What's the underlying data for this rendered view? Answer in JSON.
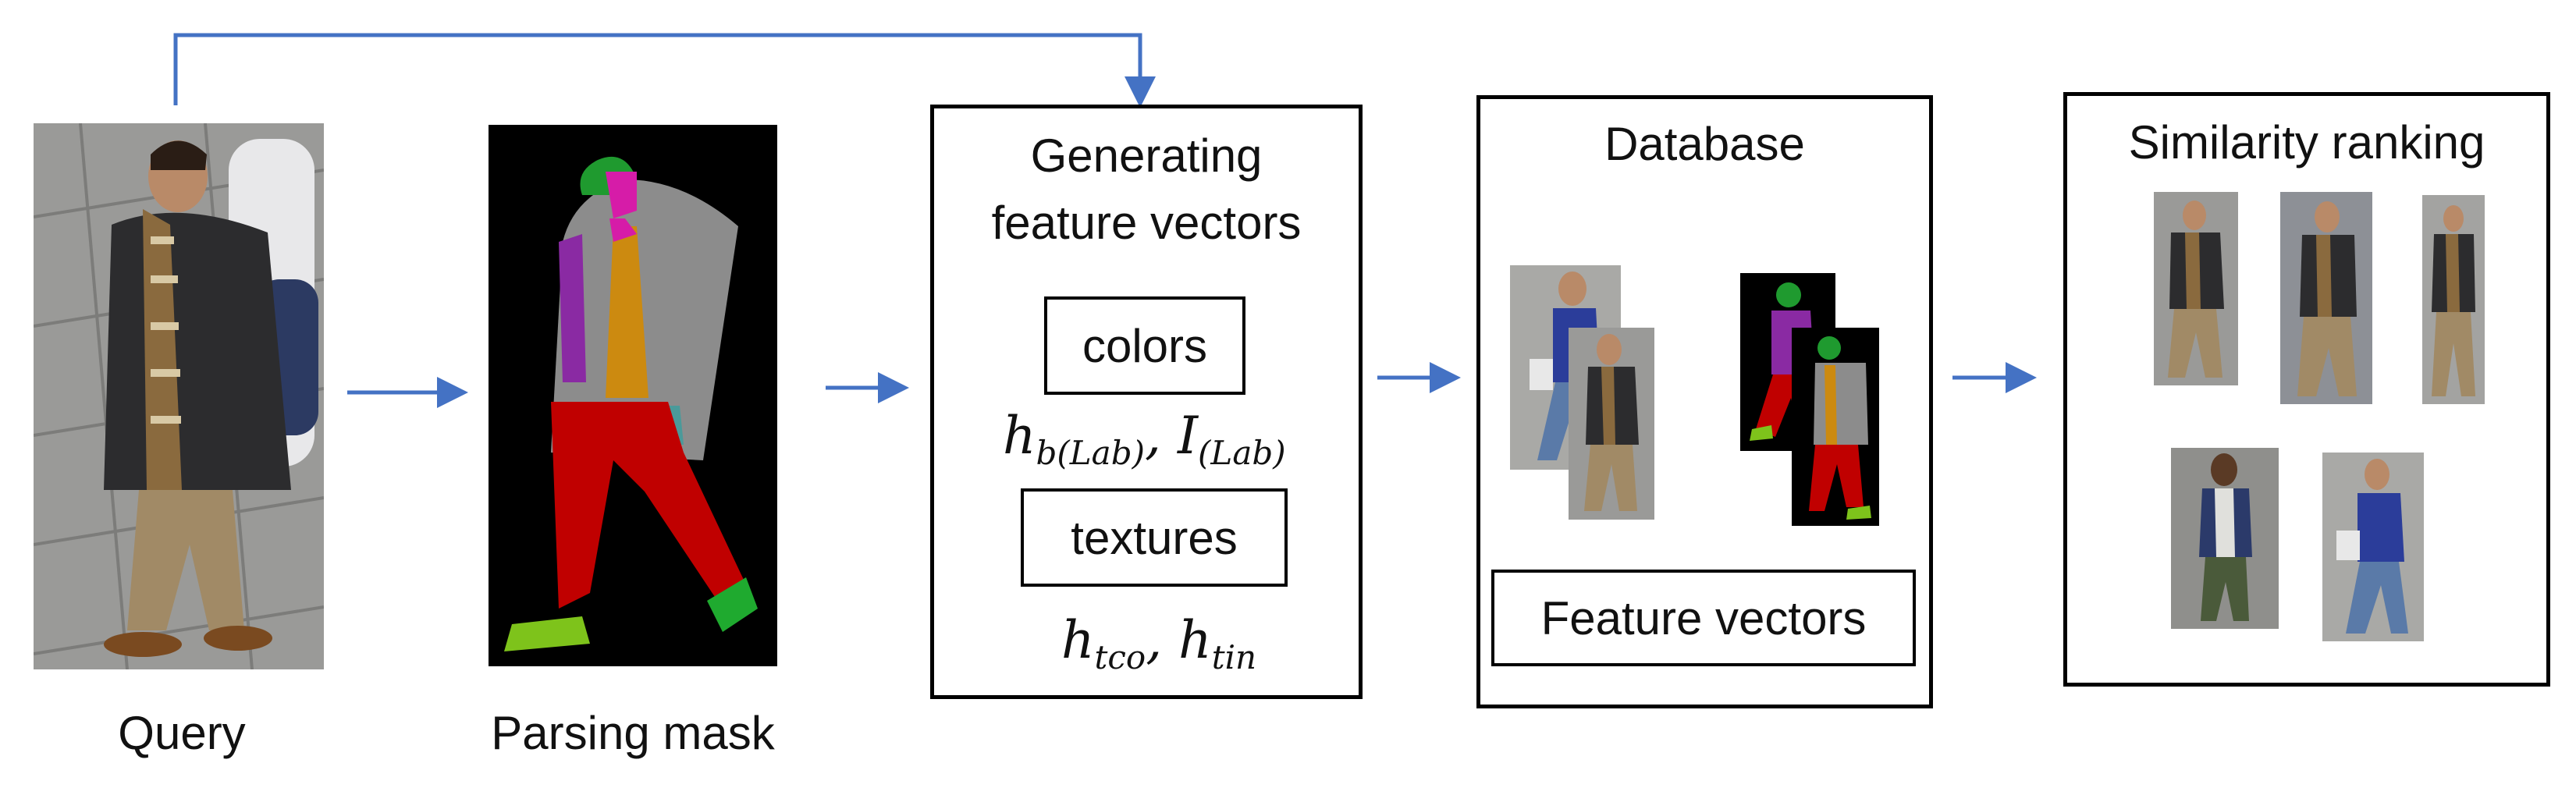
{
  "query": {
    "label": "Query"
  },
  "mask": {
    "label": "Parsing mask"
  },
  "generate": {
    "title_line1": "Generating",
    "title_line2": "feature vectors",
    "colors_label": "colors",
    "colors_formula_h": "h",
    "colors_formula_h_sub": "b(Lab)",
    "colors_formula_sep": ", ",
    "colors_formula_i": "I",
    "colors_formula_i_sub": "(Lab)",
    "textures_label": "textures",
    "textures_formula_h1": "h",
    "textures_formula_h1_sub": "tco",
    "textures_formula_sep": ", ",
    "textures_formula_h2": "h",
    "textures_formula_h2_sub": "tin"
  },
  "database": {
    "title": "Database",
    "feature_label": "Feature vectors"
  },
  "ranking": {
    "title": "Similarity ranking"
  },
  "colors": {
    "arrow": "#4472c4",
    "mask_bg": "#000000",
    "hair": "#1f9a2f",
    "skin": "#d61ca8",
    "arm": "#8a2aa3",
    "torso": "#cc8a10",
    "coat": "#8c8c8c",
    "pants": "#c00000",
    "shoe": "#7ec31b",
    "bag": "#4a9a9a"
  }
}
